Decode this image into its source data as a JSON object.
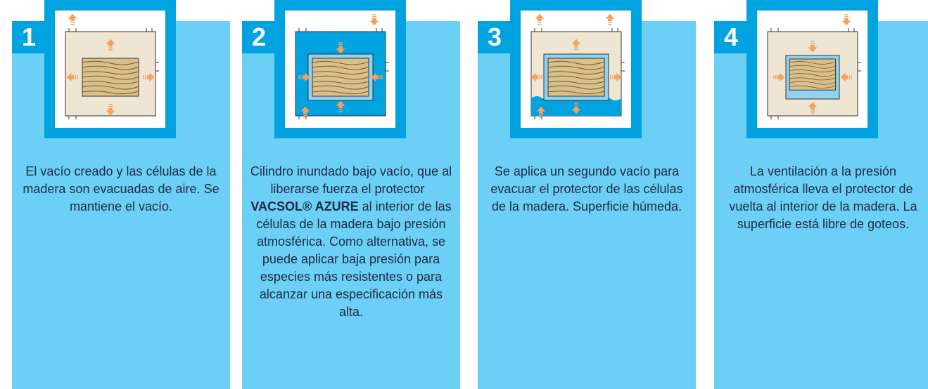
{
  "colors": {
    "panel": "#6ccff6",
    "accent": "#00a3e0",
    "arrow": "#f5a05c",
    "chamber": "#efe5d3",
    "wood": "#d8c08d",
    "liquid": "#00a3e0",
    "text": "#1f2a44"
  },
  "steps": [
    {
      "number": "1",
      "caption": "El vacío creado y las células de la madera son evacuadas de aire. Se mantiene el vacío."
    },
    {
      "number": "2",
      "caption_before": "Cilindro inundado bajo vacío, que al liberarse fuerza el protector",
      "brand": "VACSOL® AZURE",
      "caption_after": "al interior de las células de la madera bajo presión atmosférica. Como alternativa, se puede aplicar baja presión para especies más resistentes o para alcanzar una especificación más alta."
    },
    {
      "number": "3",
      "caption": "Se aplica un segundo vacío para evacuar el protector de las células de la madera. Superficie húmeda."
    },
    {
      "number": "4",
      "caption": "La ventilación a la presión atmosférica lleva el protector de vuelta al interior de la madera. La superficie está libre de goteos."
    }
  ]
}
